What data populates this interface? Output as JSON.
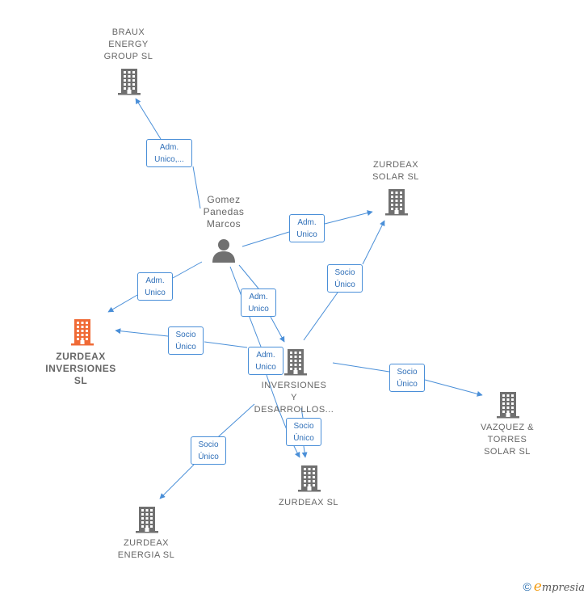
{
  "colors": {
    "edge": "#4a8fd8",
    "node": "#707070",
    "highlight": "#f06a35"
  },
  "nodes": {
    "braux": {
      "label": "BRAUX\nENERGY\nGROUP  SL",
      "icon": "building-icon"
    },
    "gomez": {
      "label": "Gomez\nPanedas\nMarcos",
      "icon": "person-icon"
    },
    "zsolar": {
      "label": "ZURDEAX\nSOLAR  SL",
      "icon": "building-icon"
    },
    "zinv": {
      "label": "ZURDEAX\nINVERSIONES\nSL",
      "icon": "building-icon"
    },
    "invdes": {
      "label": "INVERSIONES\nY\nDESARROLLOS...",
      "icon": "building-icon"
    },
    "vazquez": {
      "label": "VAZQUEZ &\nTORRES\nSOLAR SL",
      "icon": "building-icon"
    },
    "zsl": {
      "label": "ZURDEAX  SL",
      "icon": "building-icon"
    },
    "zenergia": {
      "label": "ZURDEAX\nENERGIA  SL",
      "icon": "building-icon"
    }
  },
  "edge_labels": {
    "e1": [
      "Adm.",
      "Unico,..."
    ],
    "e2": [
      "Adm.",
      "Unico"
    ],
    "e3": [
      "Adm.",
      "Unico"
    ],
    "e4": [
      "Adm.",
      "Unico"
    ],
    "e5": [
      "Socio",
      "Único"
    ],
    "e6": [
      "Adm.",
      "Unico"
    ],
    "e7": [
      "Socio",
      "Único"
    ],
    "e8": [
      "Socio",
      "Único"
    ],
    "e9": [
      "Socio",
      "Único"
    ],
    "e10": [
      "Socio",
      "Único"
    ]
  },
  "footer": {
    "copyright": "©",
    "brand_initial": "e",
    "brand_rest": "mpresia"
  }
}
